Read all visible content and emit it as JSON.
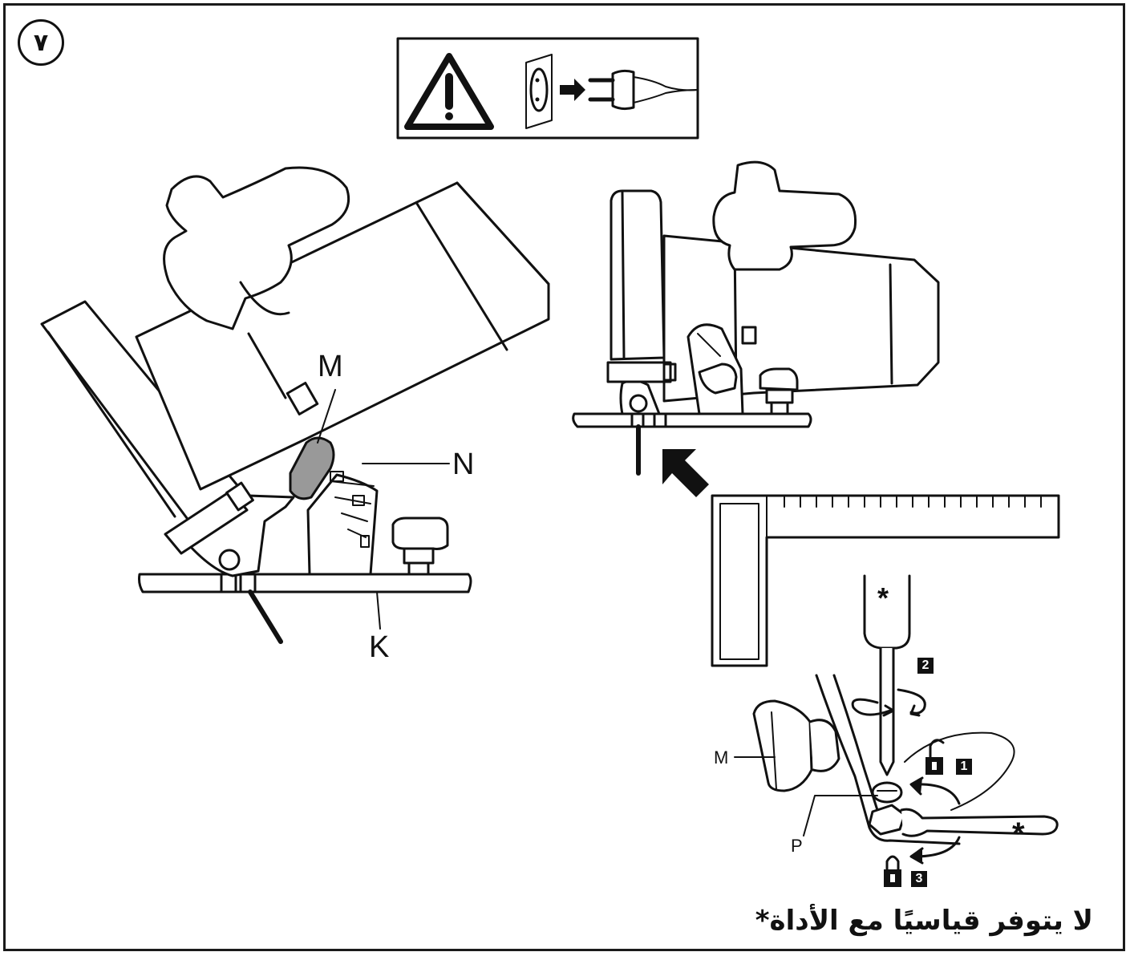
{
  "figure": {
    "number": "٧"
  },
  "warning_panel": {
    "icons": [
      "warning-triangle-icon",
      "wall-socket-icon",
      "arrow-right-icon",
      "power-plug-icon"
    ]
  },
  "labels": {
    "m_main": "M",
    "n_main": "N",
    "k_main": "K",
    "m_detail": "M",
    "p_detail": "P"
  },
  "steps": {
    "one": "1",
    "two": "2",
    "three": "3"
  },
  "tool_marks": {
    "screwdriver": "*",
    "wrench": "*"
  },
  "footnote": {
    "text": "لا يتوفر قياسيًا مع الأداة",
    "asterisk": "*"
  },
  "colors": {
    "line": "#111111",
    "highlight": "#999999",
    "paper": "#ffffff"
  }
}
